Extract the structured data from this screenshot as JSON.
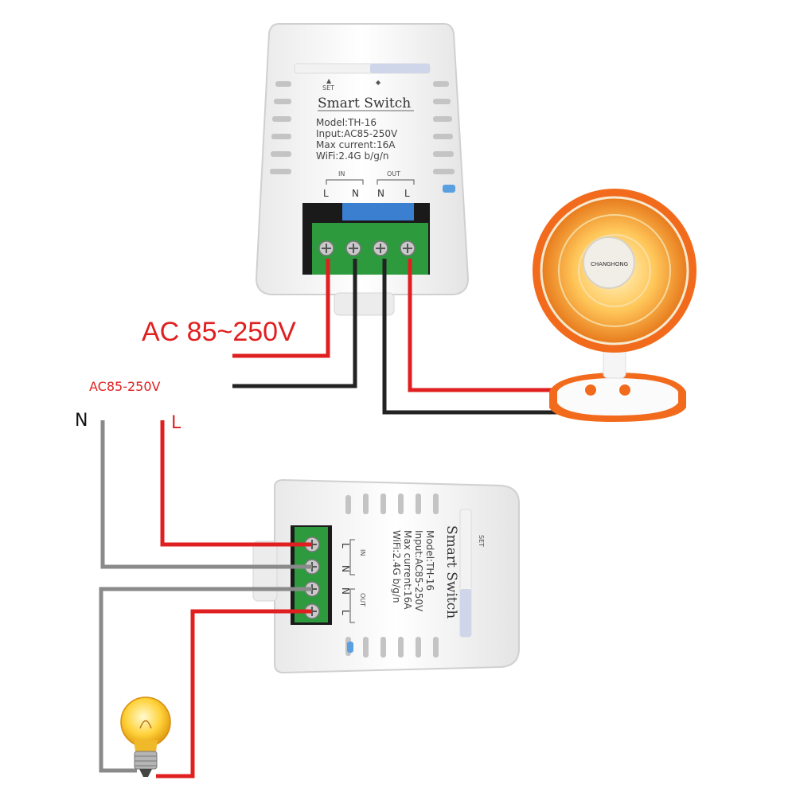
{
  "labels": {
    "top_supply": "AC 85~250V",
    "bottom_supply": "AC85-250V",
    "neutral": "N",
    "live": "L"
  },
  "device": {
    "title": "Smart Switch",
    "specs": [
      "Model:TH-16",
      "Input:AC85-250V",
      "Max current:16A",
      "WiFi:2.4G b/g/n"
    ],
    "set_label": "SET",
    "in_label": "IN",
    "out_label": "OUT",
    "terminals": [
      "L",
      "N",
      "N",
      "L"
    ]
  },
  "heater": {
    "brand": "CHANGHONG"
  },
  "colors": {
    "live_wire": "#e02020",
    "neutral_wire": "#222222",
    "grey_wire": "#8a8a8a",
    "heater_accent": "#f26b1d",
    "terminal_block": "#2e9a3e"
  }
}
